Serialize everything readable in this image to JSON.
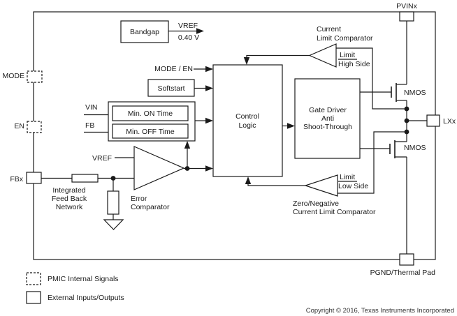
{
  "pads": {
    "mode": "MODE",
    "en": "EN",
    "fbx": "FBx",
    "pvinx": "PVINx",
    "lxx": "LXx",
    "pgnd": "PGND/Thermal Pad"
  },
  "blocks": {
    "bandgap": "Bandgap",
    "softstart": "Softstart",
    "min_on_time": "Min. ON Time",
    "min_off_time": "Min. OFF Time",
    "control_logic": {
      "line1": "Control",
      "line2": "Logic"
    },
    "gate_driver": {
      "line1": "Gate Driver",
      "line2": "Anti",
      "line3": "Shoot-Through"
    }
  },
  "signals": {
    "vref_label": "VREF",
    "vref_value": "0.40 V",
    "mode_en": "MODE / EN",
    "vin": "VIN",
    "fb": "FB",
    "vref_in": "VREF"
  },
  "comparators": {
    "current_limit": {
      "line1": "Current",
      "line2": "Limit Comparator"
    },
    "limit_high": {
      "line1": "Limit",
      "line2": "High Side"
    },
    "limit_low": {
      "line1": "Limit",
      "line2": "Low Side"
    },
    "zero_negative": {
      "line1": "Zero/Negative",
      "line2": "Current Limit Comparator"
    },
    "error": {
      "line1": "Error",
      "line2": "Comparator"
    }
  },
  "transistors": {
    "high_side": "NMOS",
    "low_side": "NMOS"
  },
  "feedback_network": {
    "line1": "Integrated",
    "line2": "Feed Back",
    "line3": "Network"
  },
  "legend": {
    "internal_signals": "PMIC Internal Signals",
    "external_io": "External Inputs/Outputs"
  },
  "footer": {
    "copyright": "Copyright © 2016, Texas Instruments Incorporated"
  },
  "colors": {
    "line": "#1a1a1a",
    "background": "#ffffff",
    "text": "#1a1a1a"
  }
}
